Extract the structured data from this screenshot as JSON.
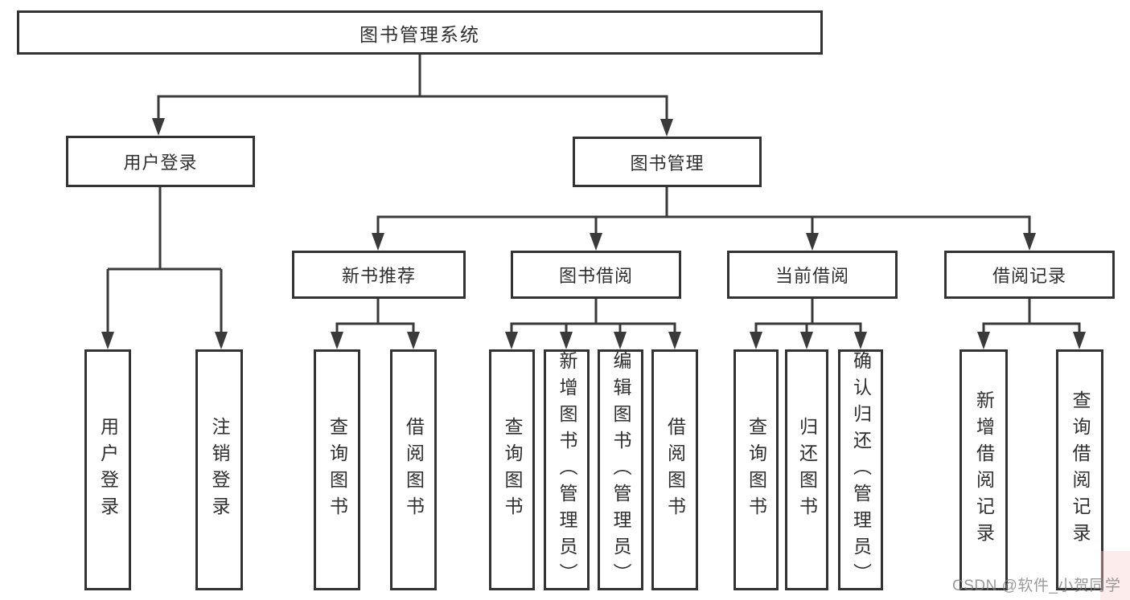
{
  "diagram_title": "图书管理系统",
  "tree": {
    "label": "图书管理系统",
    "children": [
      {
        "label": "用户登录",
        "children": [
          {
            "label": "用户登录"
          },
          {
            "label": "注销登录"
          }
        ]
      },
      {
        "label": "图书管理",
        "children": [
          {
            "label": "新书推荐",
            "children": [
              {
                "label": "查询图书"
              },
              {
                "label": "借阅图书"
              }
            ]
          },
          {
            "label": "图书借阅",
            "children": [
              {
                "label": "查询图书"
              },
              {
                "label": "新增图书（管理员）"
              },
              {
                "label": "编辑图书（管理员）"
              },
              {
                "label": "借阅图书"
              }
            ]
          },
          {
            "label": "当前借阅",
            "children": [
              {
                "label": "查询图书"
              },
              {
                "label": "归还图书"
              },
              {
                "label": "确认归还（管理员）"
              }
            ]
          },
          {
            "label": "借阅记录",
            "children": [
              {
                "label": "新增借阅记录"
              },
              {
                "label": "查询借阅记录"
              }
            ]
          }
        ]
      }
    ]
  },
  "watermark": {
    "text": "CSDN @软件_小贺同学"
  },
  "colors": {
    "line": "#3a3a3a",
    "box_border": "#333333",
    "box_fill": "#ffffff",
    "text": "#2f2f2f",
    "watermark": "#7d7d7d"
  }
}
